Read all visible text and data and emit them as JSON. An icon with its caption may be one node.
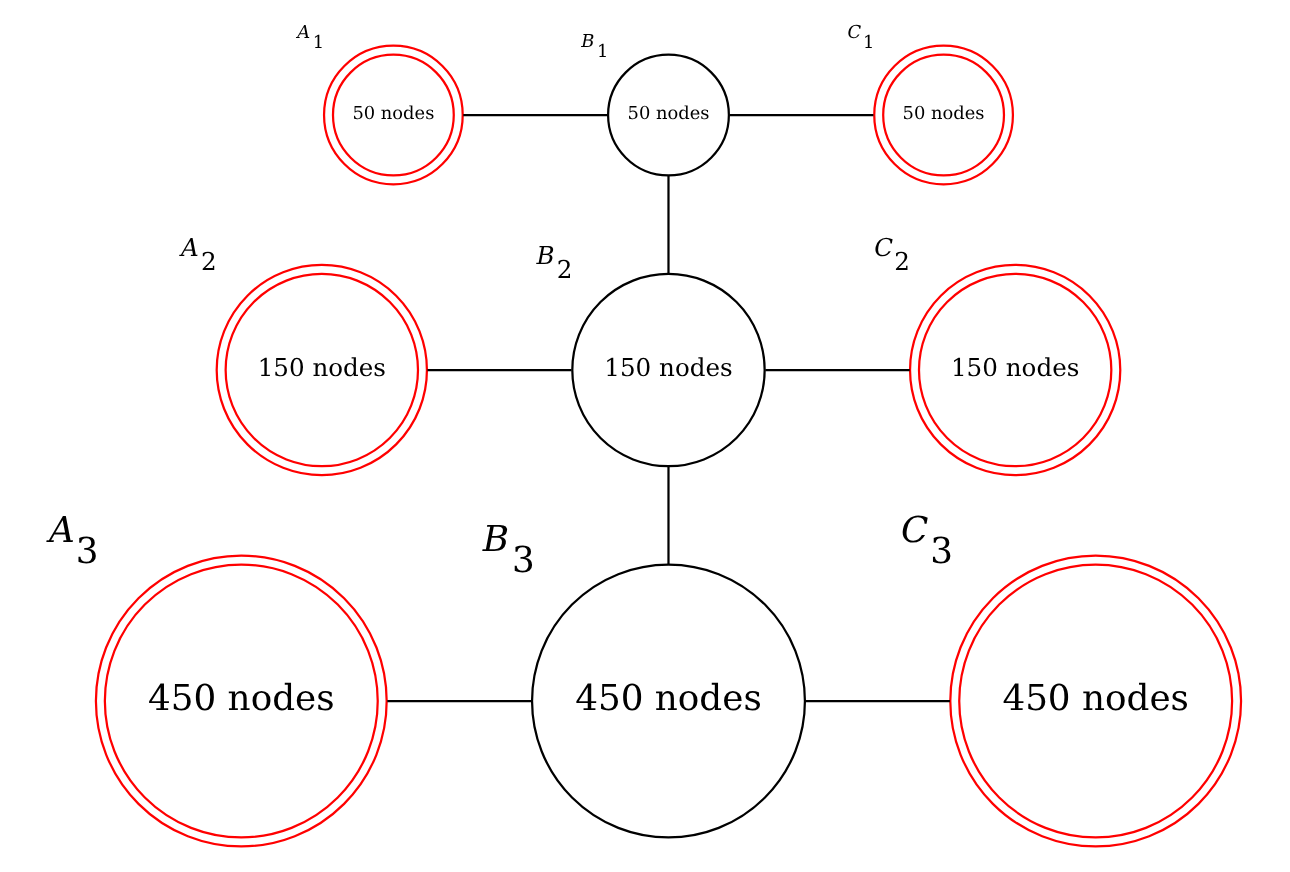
{
  "diagram": {
    "nodes": [
      {
        "text": [
          "50 nodes"
        ],
        "beside": [
          "A$_{1}$"
        ]
      },
      {
        "text": [
          "50 nodes"
        ],
        "beside": [
          "B$_{1}$"
        ]
      },
      {
        "text": [
          "50 nodes"
        ],
        "beside": [
          "C$_{1}$"
        ]
      },
      {
        "text": [
          "150 nodes"
        ],
        "beside": [
          "A$_{2}$"
        ]
      },
      {
        "text": [
          "150 nodes"
        ],
        "beside": [
          "B$_{2}$"
        ]
      },
      {
        "text": [
          "150 nodes"
        ],
        "beside": [
          "C$_{2}$"
        ]
      },
      {
        "text": [
          "450 nodes"
        ],
        "beside": [
          "A$_{3}$"
        ]
      },
      {
        "text": [
          "450 nodes"
        ],
        "beside": [
          "B$_{3}$"
        ]
      },
      {
        "text": [
          "450 nodes"
        ],
        "beside": [
          "C$_{3}$"
        ]
      }
    ],
    "edges": [
      {
        "from": 0,
        "to": 1,
        "arrow": "none"
      },
      {
        "from": 1,
        "to": 2,
        "arrow": "none"
      },
      {
        "from": 1,
        "to": 4,
        "arrow": "none"
      },
      {
        "from": 3,
        "to": 4,
        "arrow": "none"
      },
      {
        "from": 4,
        "to": 5,
        "arrow": "none"
      },
      {
        "from": 4,
        "to": 7,
        "arrow": "none"
      },
      {
        "from": 6,
        "to": 7,
        "arrow": "none"
      },
      {
        "from": 7,
        "to": 8,
        "arrow": "none"
      }
    ]
  }
}
